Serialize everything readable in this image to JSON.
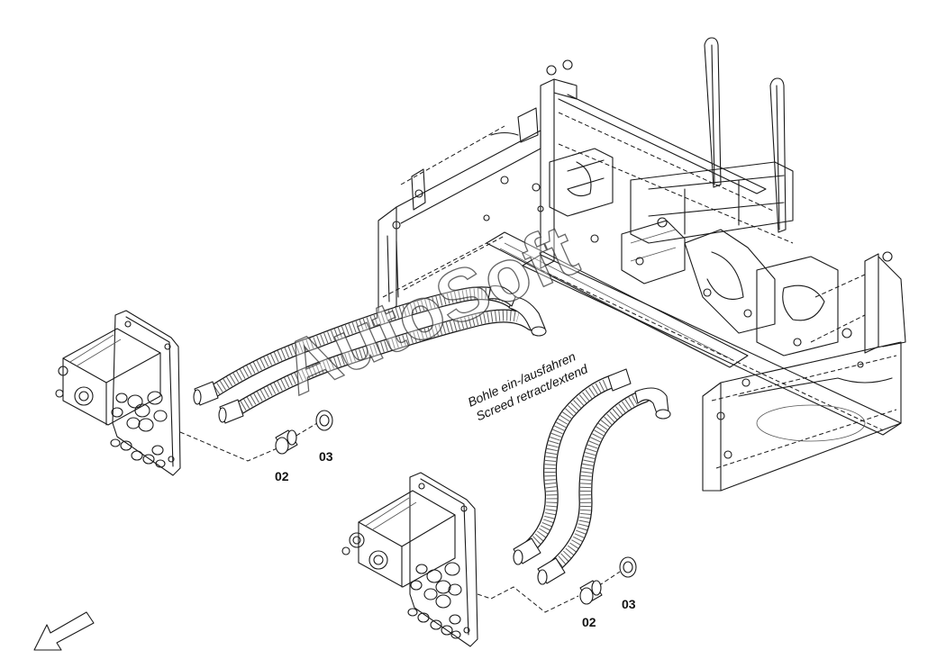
{
  "caption": {
    "line1": "Bohle ein-/ausfahren",
    "line2": "Screed retract/extend"
  },
  "callouts": {
    "upper_left": [
      "02",
      "03"
    ],
    "lower_right": [
      "02",
      "03"
    ]
  },
  "watermark": "AutoSoft",
  "icons": {
    "direction_arrow": "arrow-down-left-icon"
  }
}
